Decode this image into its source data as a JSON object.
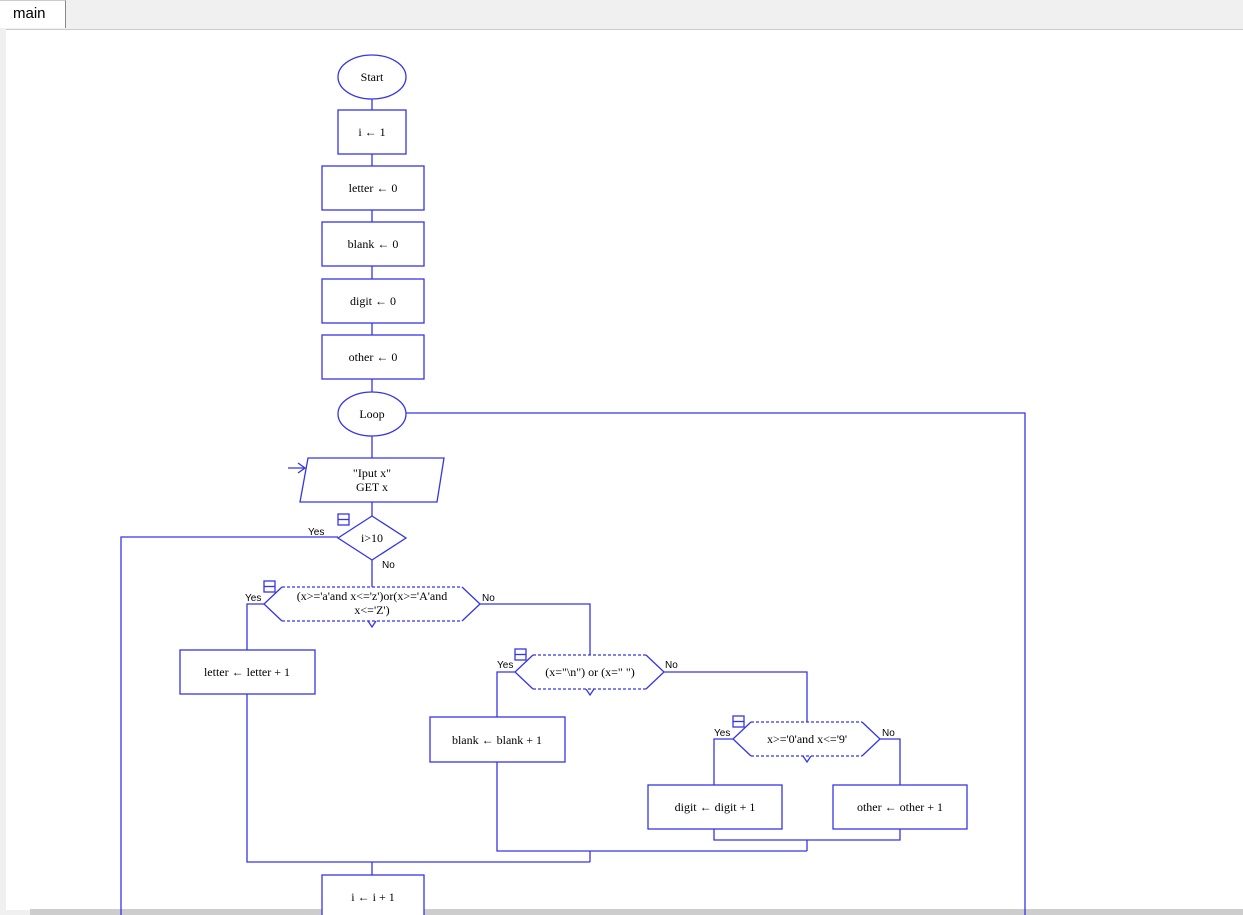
{
  "tabs": [
    {
      "label": "main"
    }
  ],
  "colors": {
    "flow": "#3535e6",
    "background": "#ffffff"
  },
  "nodes": {
    "start": "Start",
    "init_i": "i ← 1",
    "init_letter": "letter ← 0",
    "init_blank": "blank ← 0",
    "init_digit": "digit ← 0",
    "init_other": "other ← 0",
    "loop": "Loop",
    "input_prompt": "\"Iput x\"",
    "input_get": "GET x",
    "cond_exit": "i>10",
    "cond_letter_1": "(x>='a'and x<='z')or(x>='A'and",
    "cond_letter_2": "x<='Z')",
    "inc_letter": "letter ← letter + 1",
    "cond_blank": "(x=\"\\n\") or (x=\" \")",
    "inc_blank": "blank ← blank + 1",
    "cond_digit": "x>='0'and x<='9'",
    "inc_digit": "digit ← digit + 1",
    "inc_other": "other ← other + 1",
    "inc_i": "i ← i + 1"
  },
  "branch_labels": {
    "yes": "Yes",
    "no": "No"
  }
}
